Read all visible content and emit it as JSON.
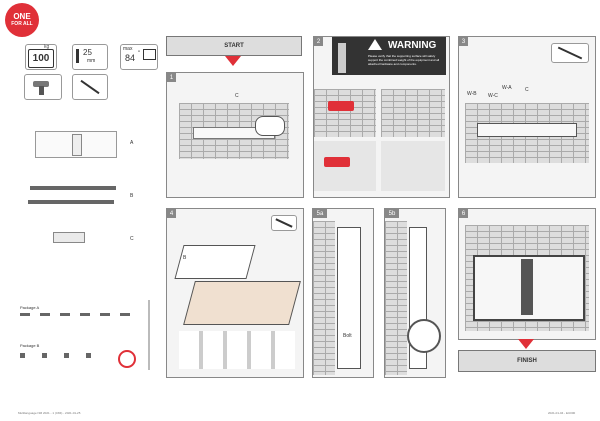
{
  "brand": {
    "line1": "ONE",
    "line2": "FOR ALL"
  },
  "specs": {
    "weight_unit": "kg",
    "weight_value": "100",
    "depth_value": "25",
    "depth_unit": "mm",
    "max_label": "max",
    "max_size": "84",
    "max_unit": "\""
  },
  "parts": [
    "A",
    "B",
    "C"
  ],
  "package_labels": {
    "a": "Package A",
    "b": "Package B"
  },
  "steps": {
    "start": "START",
    "finish": "FINISH",
    "warning_title": "WARNING",
    "warning_text": "Please verify that the supporting surface will safely support the combined weight of the equipment and all attached hardware and components.",
    "n1": "1",
    "n2": "2",
    "n3": "3",
    "n4": "4",
    "n5a": "5a",
    "n5b": "5b",
    "n6": "6",
    "label_c1": "C",
    "label_wb": "W-B",
    "label_wa": "W-A",
    "label_wc": "W-C",
    "label_c3": "C",
    "label_b4": "B",
    "label_bolt": "Bolt"
  },
  "colors": {
    "accent": "#e03038",
    "panel_border": "#888888",
    "brick": "#dddddd"
  },
  "footer": {
    "left": "Multilanguage NM 2021 - 1 (C84) - 2021-01-25",
    "right": "2021-01-04 - EU000"
  }
}
